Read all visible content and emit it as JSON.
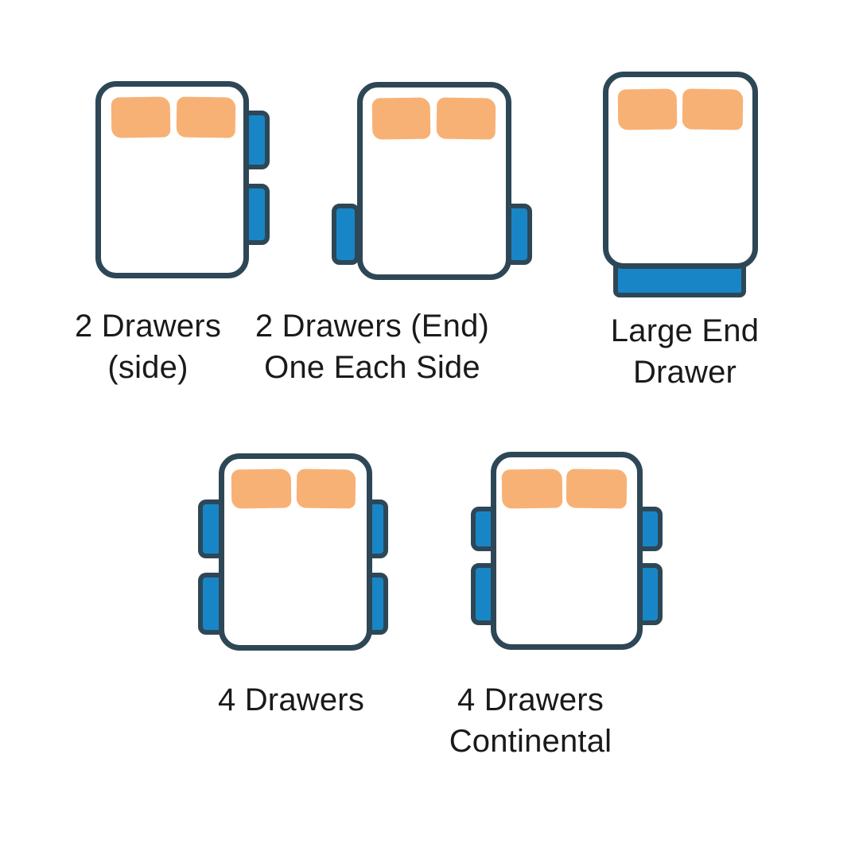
{
  "colors": {
    "background": "#ffffff",
    "outline": "#2e4756",
    "drawer": "#1886c6",
    "pillow": "#f8b175",
    "text": "#1a1a1a"
  },
  "figures": [
    {
      "id": "2-drawers-side",
      "label_lines": [
        "2 Drawers",
        "(side)"
      ],
      "drawers": [
        "right-upper",
        "right-lower"
      ]
    },
    {
      "id": "2-drawers-end-one-each-side",
      "label_lines": [
        "2 Drawers (End)",
        "One Each Side"
      ],
      "drawers": [
        "left-end",
        "right-end"
      ]
    },
    {
      "id": "large-end-drawer",
      "label_lines": [
        "Large End",
        "Drawer"
      ],
      "drawers": [
        "foot-end-large"
      ]
    },
    {
      "id": "4-drawers",
      "label_lines": [
        "4 Drawers"
      ],
      "drawers": [
        "left-upper",
        "left-lower",
        "right-upper",
        "right-lower"
      ]
    },
    {
      "id": "4-drawers-continental",
      "label_lines": [
        "4 Drawers",
        "Continental"
      ],
      "drawers": [
        "left-upper-short",
        "left-lower",
        "right-upper-short",
        "right-lower"
      ]
    }
  ]
}
